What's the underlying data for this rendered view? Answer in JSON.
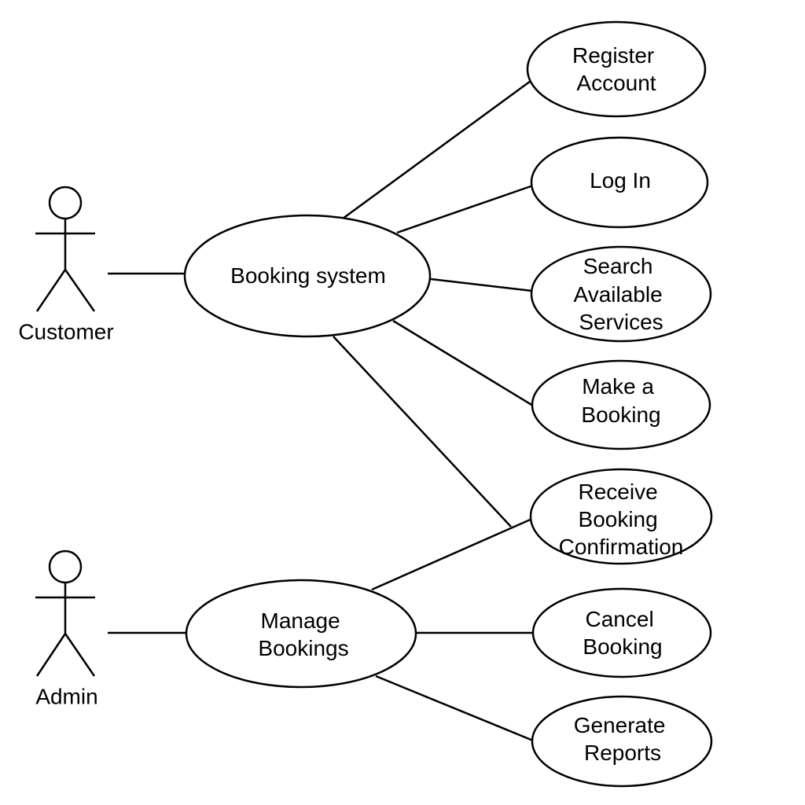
{
  "actors": {
    "customer": {
      "label": "Customer"
    },
    "admin": {
      "label": "Admin"
    }
  },
  "hubs": {
    "booking_system": {
      "lines": [
        "Booking system"
      ]
    },
    "manage_bookings": {
      "lines": [
        "Manage",
        "Bookings"
      ]
    }
  },
  "use_cases": {
    "register_account": {
      "lines": [
        "Register",
        "Account"
      ]
    },
    "log_in": {
      "lines": [
        "Log In"
      ]
    },
    "search_services": {
      "lines": [
        "Search",
        "Available",
        "Services"
      ]
    },
    "make_booking": {
      "lines": [
        "Make a",
        "Booking"
      ]
    },
    "receive_confirmation": {
      "lines": [
        "Receive",
        "Booking",
        "Confirmation"
      ]
    },
    "cancel_booking": {
      "lines": [
        "Cancel",
        "Booking"
      ]
    },
    "generate_reports": {
      "lines": [
        "Generate",
        "Reports"
      ]
    }
  },
  "colors": {
    "stroke": "#000000",
    "background": "#ffffff"
  }
}
